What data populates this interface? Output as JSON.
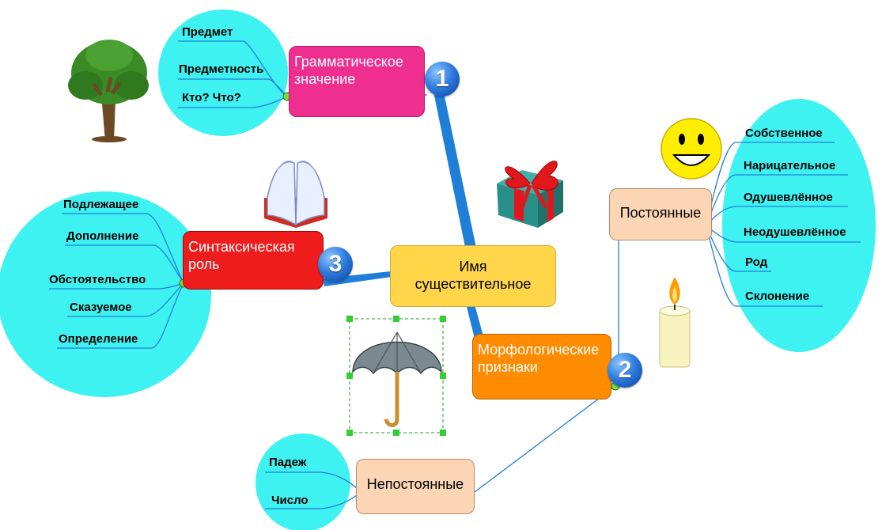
{
  "central": {
    "text": "Имя\nсуществительное"
  },
  "branches": {
    "grammatical": {
      "text": "Грамматическое\nзначение",
      "badge": "1",
      "items": [
        "Предмет",
        "Предметность",
        "Кто? Что?"
      ]
    },
    "morphological": {
      "text": "Морфологические\nпризнаки",
      "badge": "2"
    },
    "syntactic": {
      "text": "Синтаксическая\nроль",
      "badge": "3",
      "items": [
        "Подлежащее",
        "Дополнение",
        "Обстоятельство",
        "Сказуемое",
        "Определение"
      ]
    },
    "constant": {
      "text": "Постоянные",
      "items": [
        "Собственное",
        "Нарицательное",
        "Одушевлённое",
        "Неодушевлённое",
        "Род",
        "Склонение"
      ]
    },
    "variable": {
      "text": "Непостоянные",
      "items": [
        "Падеж",
        "Число"
      ]
    }
  },
  "colors": {
    "central": "#ffd54a",
    "grammatical": "#ee2f8f",
    "syntactic": "#ee1c1c",
    "morphological": "#ff8c00",
    "subnode": "#fcd5b5",
    "bubble": "#3ff2f2",
    "connector": "#1f7fd8"
  },
  "icons": [
    "tree-icon",
    "book-icon",
    "gift-icon",
    "smiley-icon",
    "umbrella-icon",
    "candle-icon"
  ]
}
